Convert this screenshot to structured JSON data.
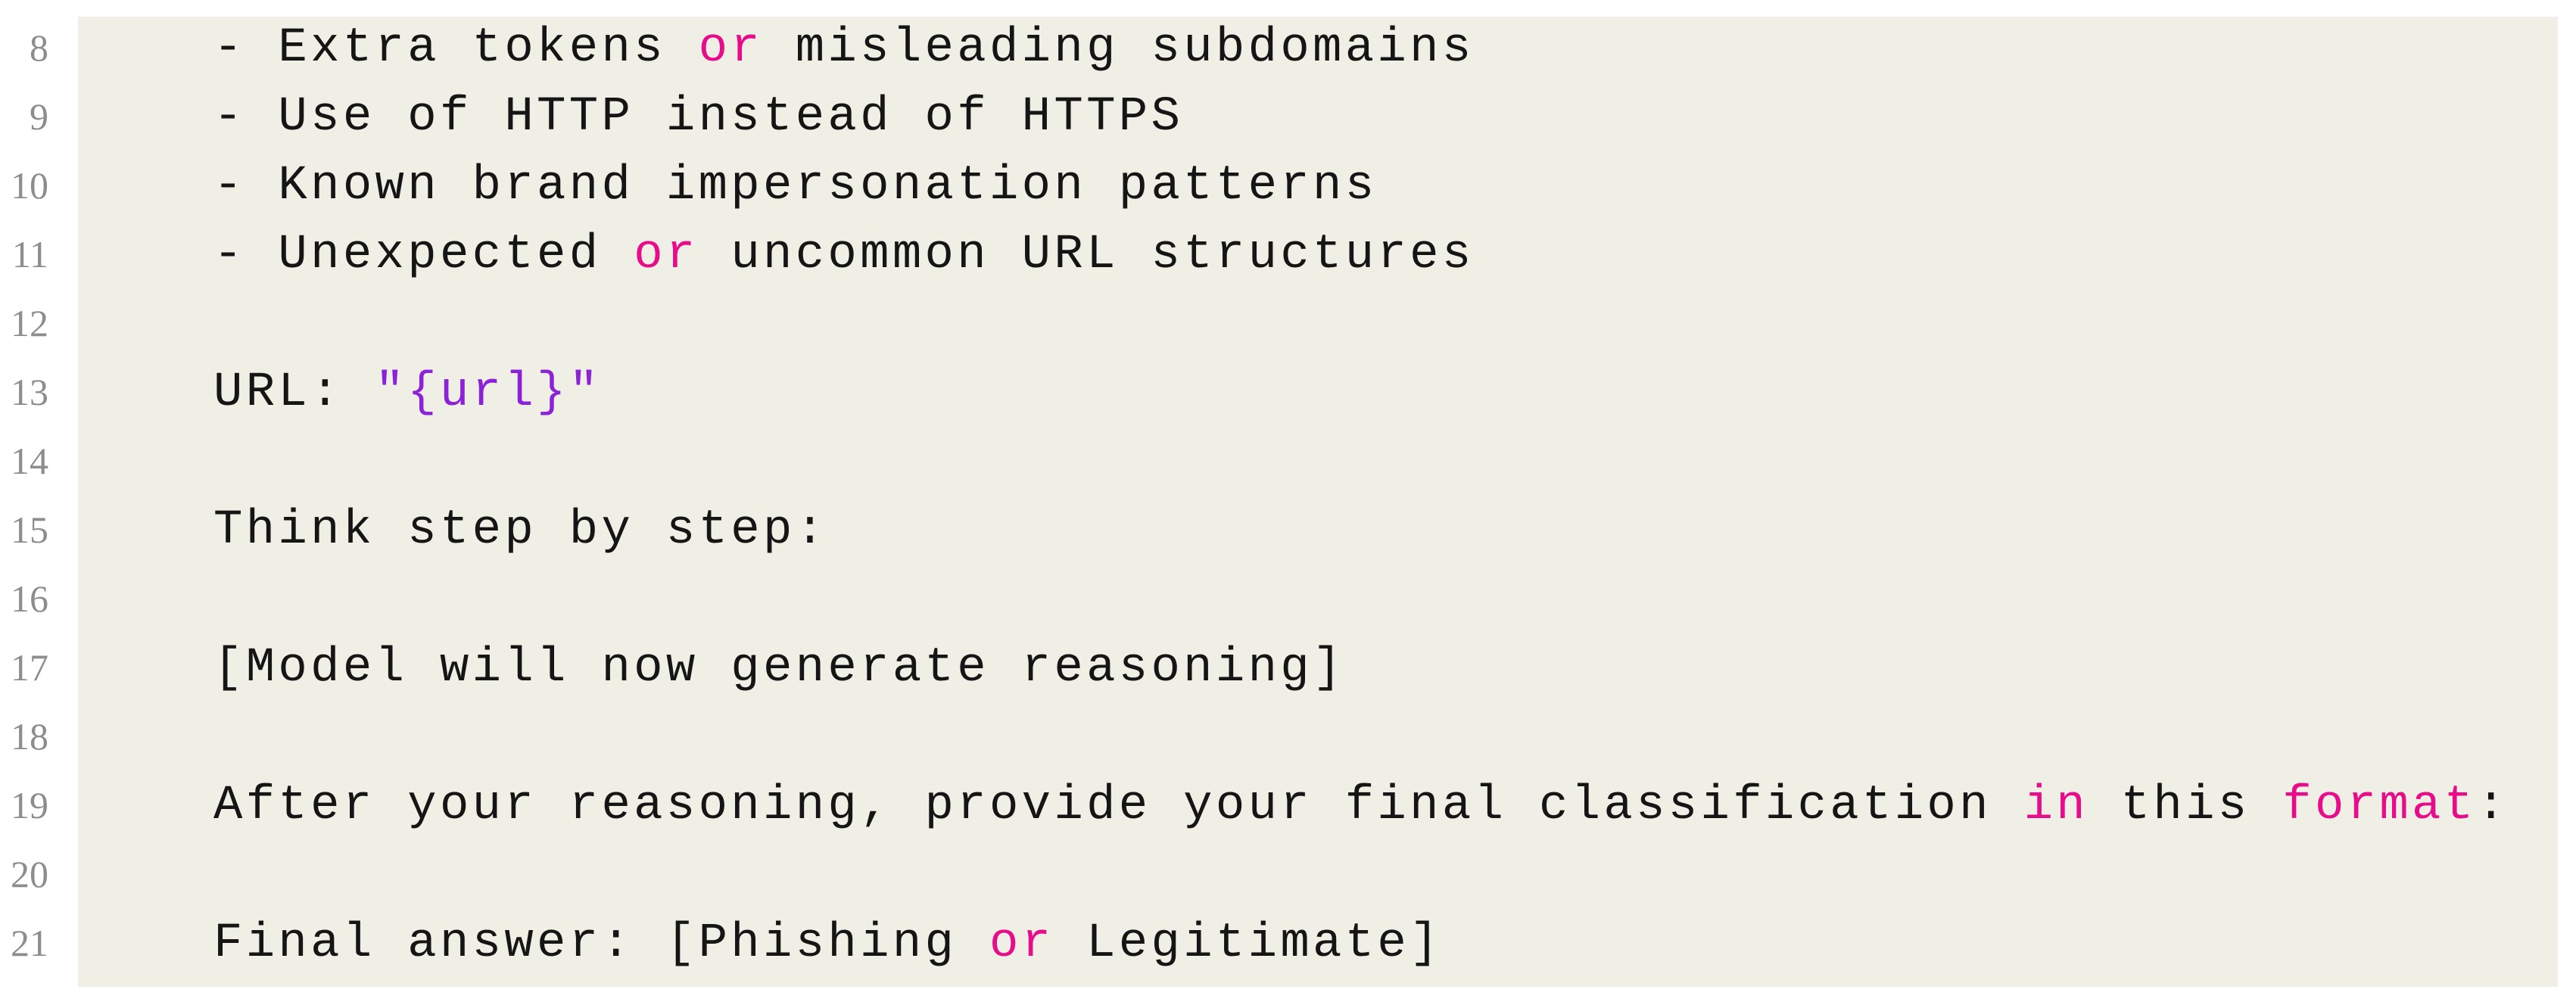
{
  "editor": {
    "colors": {
      "page_background": "#ffffff",
      "block_background": "#f0efe5",
      "text": "#151515",
      "keyword": "#e80c8a",
      "string": "#8c22d8",
      "line_number": "#8d8d8b"
    },
    "lines": [
      {
        "number": "8",
        "segments": [
          {
            "t": "- Extra tokens ",
            "c": "plain"
          },
          {
            "t": "or",
            "c": "keyword"
          },
          {
            "t": " misleading subdomains",
            "c": "plain"
          }
        ]
      },
      {
        "number": "9",
        "segments": [
          {
            "t": "- Use of HTTP instead of HTTPS",
            "c": "plain"
          }
        ]
      },
      {
        "number": "10",
        "segments": [
          {
            "t": "- Known brand impersonation patterns",
            "c": "plain"
          }
        ]
      },
      {
        "number": "11",
        "segments": [
          {
            "t": "- Unexpected ",
            "c": "plain"
          },
          {
            "t": "or",
            "c": "keyword"
          },
          {
            "t": " uncommon URL structures",
            "c": "plain"
          }
        ]
      },
      {
        "number": "12",
        "segments": []
      },
      {
        "number": "13",
        "segments": [
          {
            "t": "URL: ",
            "c": "plain"
          },
          {
            "t": "\"{url}\"",
            "c": "string"
          }
        ]
      },
      {
        "number": "14",
        "segments": []
      },
      {
        "number": "15",
        "segments": [
          {
            "t": "Think step by step:",
            "c": "plain"
          }
        ]
      },
      {
        "number": "16",
        "segments": []
      },
      {
        "number": "17",
        "segments": [
          {
            "t": "[Model will now generate reasoning]",
            "c": "plain"
          }
        ]
      },
      {
        "number": "18",
        "segments": []
      },
      {
        "number": "19",
        "segments": [
          {
            "t": "After your reasoning, provide your final classification ",
            "c": "plain"
          },
          {
            "t": "in",
            "c": "keyword"
          },
          {
            "t": " this ",
            "c": "plain"
          },
          {
            "t": "format",
            "c": "keyword"
          },
          {
            "t": ":",
            "c": "plain"
          }
        ]
      },
      {
        "number": "20",
        "segments": []
      },
      {
        "number": "21",
        "segments": [
          {
            "t": "Final answer: [Phishing ",
            "c": "plain"
          },
          {
            "t": "or",
            "c": "keyword"
          },
          {
            "t": " Legitimate]",
            "c": "plain"
          }
        ]
      }
    ]
  }
}
